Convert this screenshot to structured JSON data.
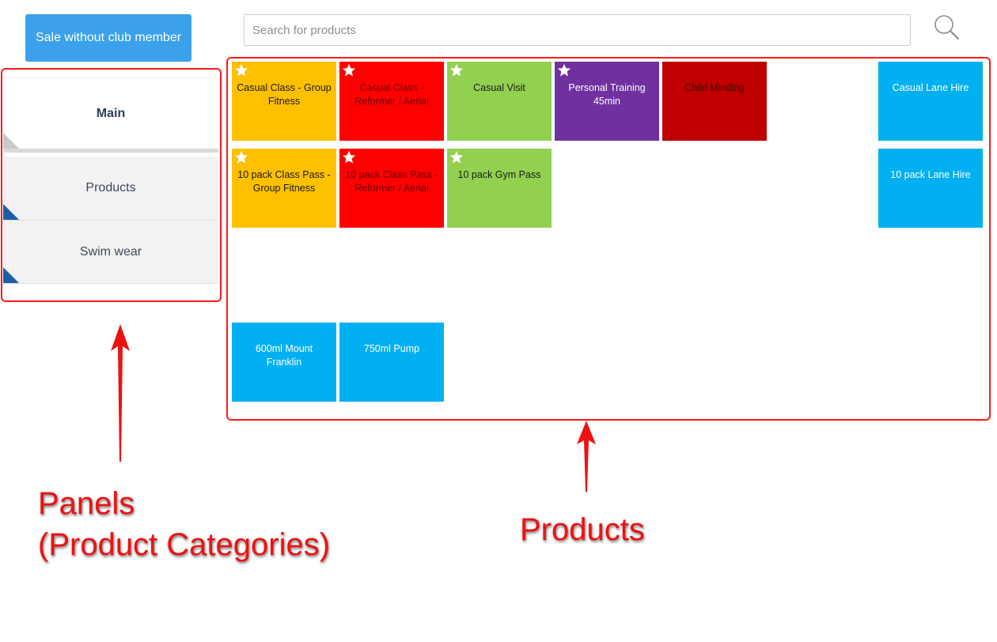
{
  "header": {
    "sale_label": "Sale without club member",
    "search_placeholder": "Search for products"
  },
  "panels": [
    {
      "label": "Main",
      "active": true
    },
    {
      "label": "Products",
      "active": false
    },
    {
      "label": "Swim wear",
      "active": false
    }
  ],
  "products": [
    {
      "label": "Casual Class - Group Fitness",
      "color": "#ffc000",
      "text_color": "#1a1a1a",
      "favorite": true
    },
    {
      "label": "Casual Class - Reformer / Aerial",
      "color": "#ff0000",
      "text_color": "#6b0000",
      "favorite": true
    },
    {
      "label": "Casual Visit",
      "color": "#92d050",
      "text_color": "#1a1a1a",
      "favorite": true
    },
    {
      "label": "Personal Training 45min",
      "color": "#7030a0",
      "text_color": "#ffffff",
      "favorite": true
    },
    {
      "label": "Child Minding",
      "color": "#c00000",
      "text_color": "#4a0000",
      "favorite": false
    },
    {
      "label": "Casual Lane Hire",
      "color": "#00b0f0",
      "text_color": "#ffffff",
      "favorite": false
    },
    {
      "label": "10 pack Class Pass - Group Fitness",
      "color": "#ffc000",
      "text_color": "#1a1a1a",
      "favorite": true
    },
    {
      "label": "10 pack Class Pass - Reformer / Aerial",
      "color": "#ff0000",
      "text_color": "#6b0000",
      "favorite": true
    },
    {
      "label": "10 pack Gym Pass",
      "color": "#92d050",
      "text_color": "#1a1a1a",
      "favorite": true
    },
    {
      "label": "10 pack Lane Hire",
      "color": "#00b0f0",
      "text_color": "#ffffff",
      "favorite": false
    },
    {
      "label": "600ml Mount Franklin",
      "color": "#00b0f0",
      "text_color": "#ffffff",
      "favorite": false
    },
    {
      "label": "750ml Pump",
      "color": "#00b0f0",
      "text_color": "#ffffff",
      "favorite": false
    }
  ],
  "annotations": {
    "panels_line1": "Panels",
    "panels_line2": "(Product Categories)",
    "products": "Products",
    "color": "#ee1111"
  },
  "icons": {
    "search": "search-icon",
    "favorite": "star-icon"
  }
}
